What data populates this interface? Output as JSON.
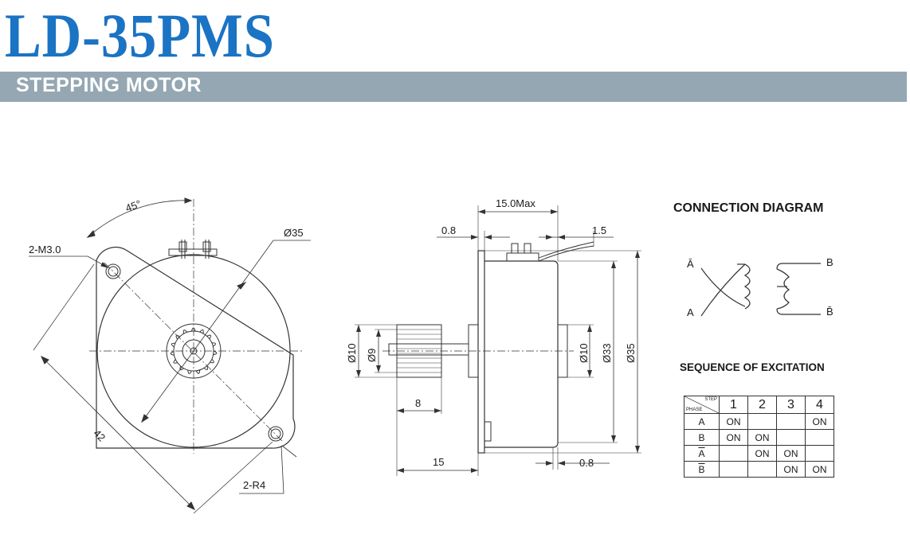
{
  "header": {
    "model": "LD-35PMS",
    "subtitle": "STEPPING MOTOR"
  },
  "front_view": {
    "angle_label": "45°",
    "mount_hole_label": "2-M3.0",
    "diameter_label": "Ø35",
    "pitch_label": "42",
    "radius_label": "2-R4"
  },
  "side_view": {
    "depth_label": "15.0Max",
    "flange_left_label": "0.8",
    "lead_label": "1.5",
    "gear_od_label": "Ø10",
    "gear_id_label": "Ø9",
    "boss_label": "Ø10",
    "body_label": "Ø33",
    "flange_label": "Ø35",
    "gear_length_label": "8",
    "shaft_length_label": "15",
    "rear_label": "0.8"
  },
  "connection": {
    "title": "CONNECTION DIAGRAM",
    "abar": "Ā",
    "a": "A",
    "b": "B",
    "bbar": "B̄"
  },
  "sequence": {
    "title": "SEQUENCE OF EXCITATION",
    "corner_step": "STEP",
    "corner_phase": "PHASE",
    "steps": [
      "1",
      "2",
      "3",
      "4"
    ],
    "rows": [
      {
        "phase": "A",
        "cells": [
          "ON",
          "",
          "",
          "ON"
        ],
        "overline": false
      },
      {
        "phase": "B",
        "cells": [
          "ON",
          "ON",
          "",
          ""
        ],
        "overline": false
      },
      {
        "phase": "A",
        "cells": [
          "",
          "ON",
          "ON",
          ""
        ],
        "overline": true
      },
      {
        "phase": "B",
        "cells": [
          "",
          "",
          "ON",
          "ON"
        ],
        "overline": true
      }
    ]
  },
  "colors": {
    "brand_blue": "#1b73c4",
    "band_gray": "#95a7b3"
  }
}
